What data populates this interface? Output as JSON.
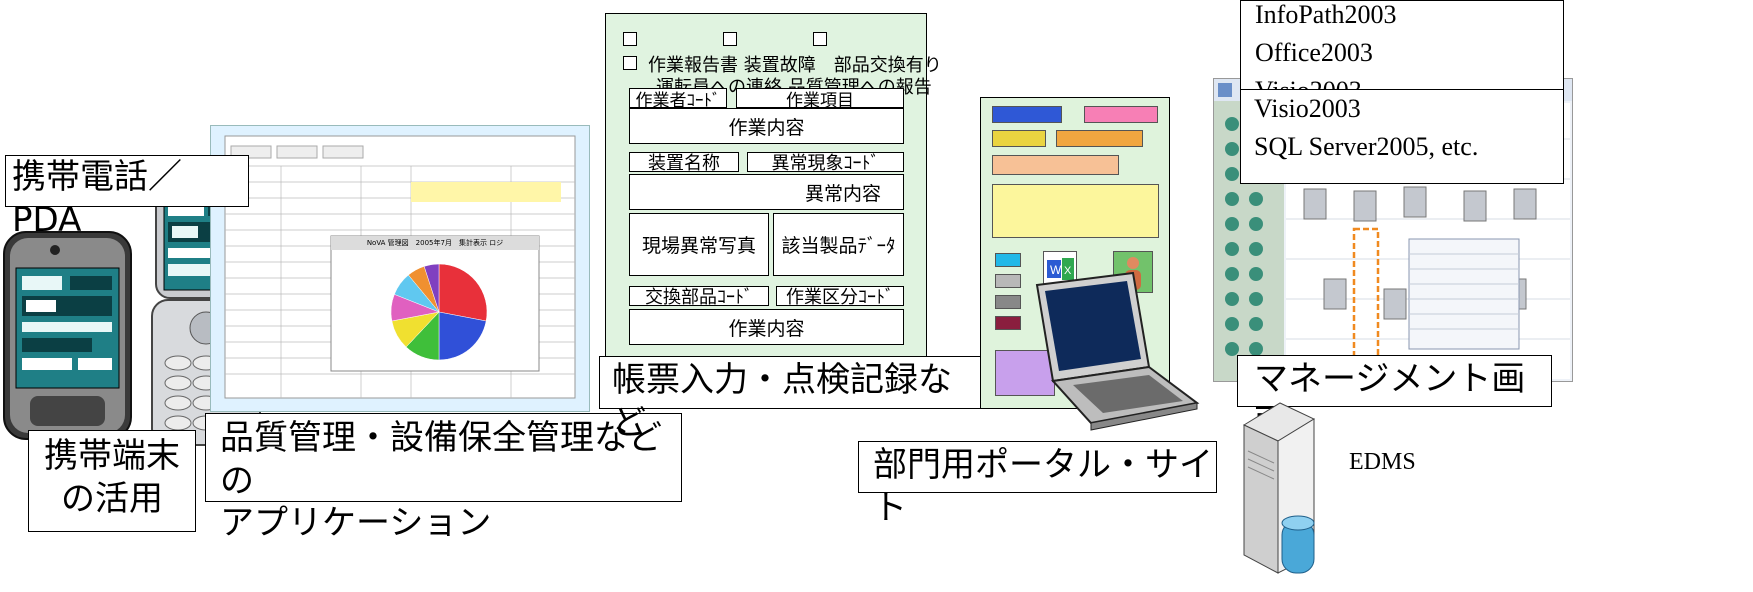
{
  "labels": {
    "mobile_pda": "携帯電話／PDA",
    "mobile_use_line1": "携帯端末",
    "mobile_use_line2": "の活用",
    "apps_line1": "品質管理・設備保全管理などの",
    "apps_line2": "アプリケーション",
    "form_input": "帳票入力・点検記録など",
    "portal": "部門用ポータル・サイト",
    "management": "マネージメント画面",
    "edms": "EDMS"
  },
  "software": [
    "InfoPath2003",
    "Office2003",
    "Visio2003",
    "SQL Server2005, etc."
  ],
  "form": {
    "checks_row1": "作業報告書 装置故障　部品交換有り",
    "checks_row2": "運転員への連絡 品質管理への報告",
    "worker_code": "作業者ｺｰﾄﾞ",
    "work_item": "作業項目",
    "work_content": "作業内容",
    "device_name": "装置名称",
    "anomaly_code": "異常現象ｺｰﾄﾞ",
    "anomaly_content": "異常内容",
    "site_photo": "現場異常写真",
    "product_data": "該当製品ﾃﾞｰﾀ",
    "part_code": "交換部品ｺｰﾄﾞ",
    "work_type_code": "作業区分ｺｰﾄﾞ",
    "work_content_2": "作業内容"
  },
  "spreadsheet_chart_title": "NoVA 管理図　2005年7月　集計表示 ロジ",
  "pie_chart": {
    "type": "pie",
    "values": [
      28,
      22,
      12,
      10,
      9,
      8,
      6,
      5
    ],
    "colors": [
      "#e8303a",
      "#3050d8",
      "#3fbf3a",
      "#f0e030",
      "#e060c0",
      "#60c8f0",
      "#f09030",
      "#8040c0"
    ]
  },
  "colors": {
    "form_bg": "#e0f3e0",
    "portal_bg": "#dff3dc",
    "sheet_bg": "#dff2ff",
    "phone_screen": "#1f7f86"
  }
}
